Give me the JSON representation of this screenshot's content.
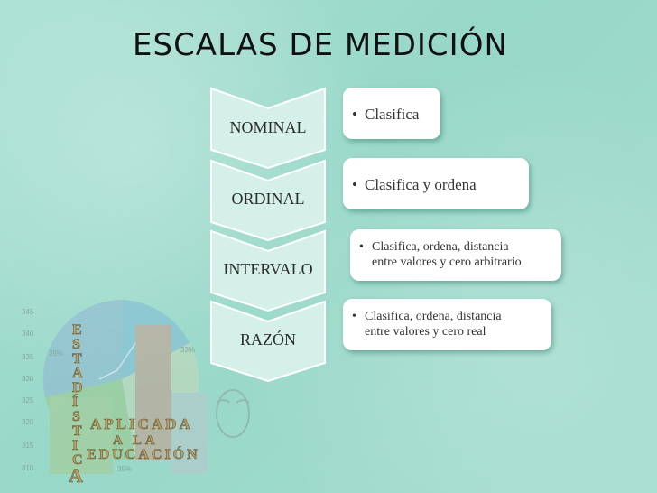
{
  "title": "ESCALAS DE MEDICIÓN",
  "levels": [
    {
      "label": "NOMINAL",
      "description": [
        "Clasifica"
      ]
    },
    {
      "label": "ORDINAL",
      "description": [
        "Clasifica y ordena"
      ]
    },
    {
      "label": "INTERVALO",
      "description": [
        "Clasifica, ordena, distancia",
        "entre valores y cero arbitrario"
      ]
    },
    {
      "label": "RAZÓN",
      "description": [
        "Clasifica, ordena, distancia",
        "entre valores y cero real"
      ]
    }
  ],
  "background_art": {
    "y_ticks": [
      "345",
      "340",
      "335",
      "330",
      "325",
      "320",
      "315",
      "310"
    ],
    "percent_labels": [
      "35%",
      "33%",
      "35%"
    ],
    "vertical_word": [
      "E",
      "S",
      "T",
      "A",
      "D",
      "Í",
      "S",
      "T",
      "I",
      "C",
      "A"
    ],
    "caption": [
      "APLICADA",
      "A LA",
      "EDUCACIÓN"
    ]
  },
  "colors": {
    "background": "#9fdccd",
    "chevron_fill": "#d4f0e8",
    "box_fill": "#ffffff",
    "text": "#2d2d2d"
  }
}
